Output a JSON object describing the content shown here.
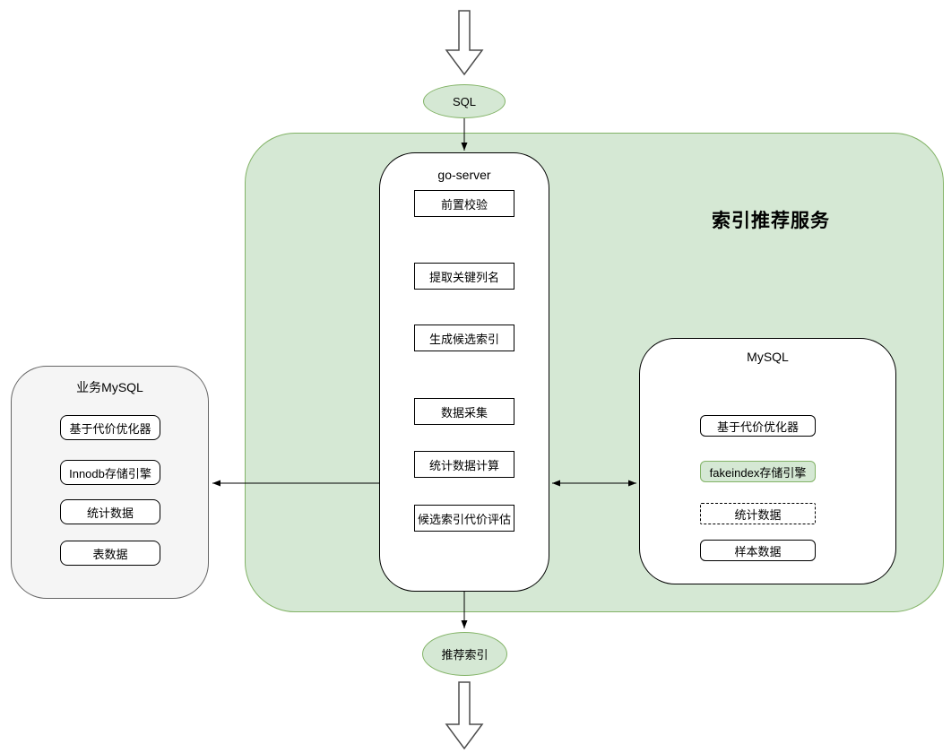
{
  "diagram": {
    "service_title": "索引推荐服务",
    "input_label": "SQL",
    "output_label": "推荐索引"
  },
  "go_server": {
    "title": "go-server",
    "steps": [
      "前置校验",
      "提取关键列名",
      "生成候选索引",
      "数据采集",
      "统计数据计算",
      "候选索引代价评估"
    ]
  },
  "service_mysql": {
    "title": "MySQL",
    "items": [
      "基于代价优化器",
      "fakeindex存储引擎",
      "统计数据",
      "样本数据"
    ]
  },
  "business_mysql": {
    "title": "业务MySQL",
    "items": [
      "基于代价优化器",
      "Innodb存储引擎",
      "统计数据",
      "表数据"
    ]
  },
  "colors": {
    "green_fill": "#d5e8d4",
    "green_border": "#82b366",
    "gray_fill": "#f5f5f5",
    "gray_border": "#666666",
    "node_border": "#000000",
    "block_arrow_stroke": "#4d4d4d"
  }
}
